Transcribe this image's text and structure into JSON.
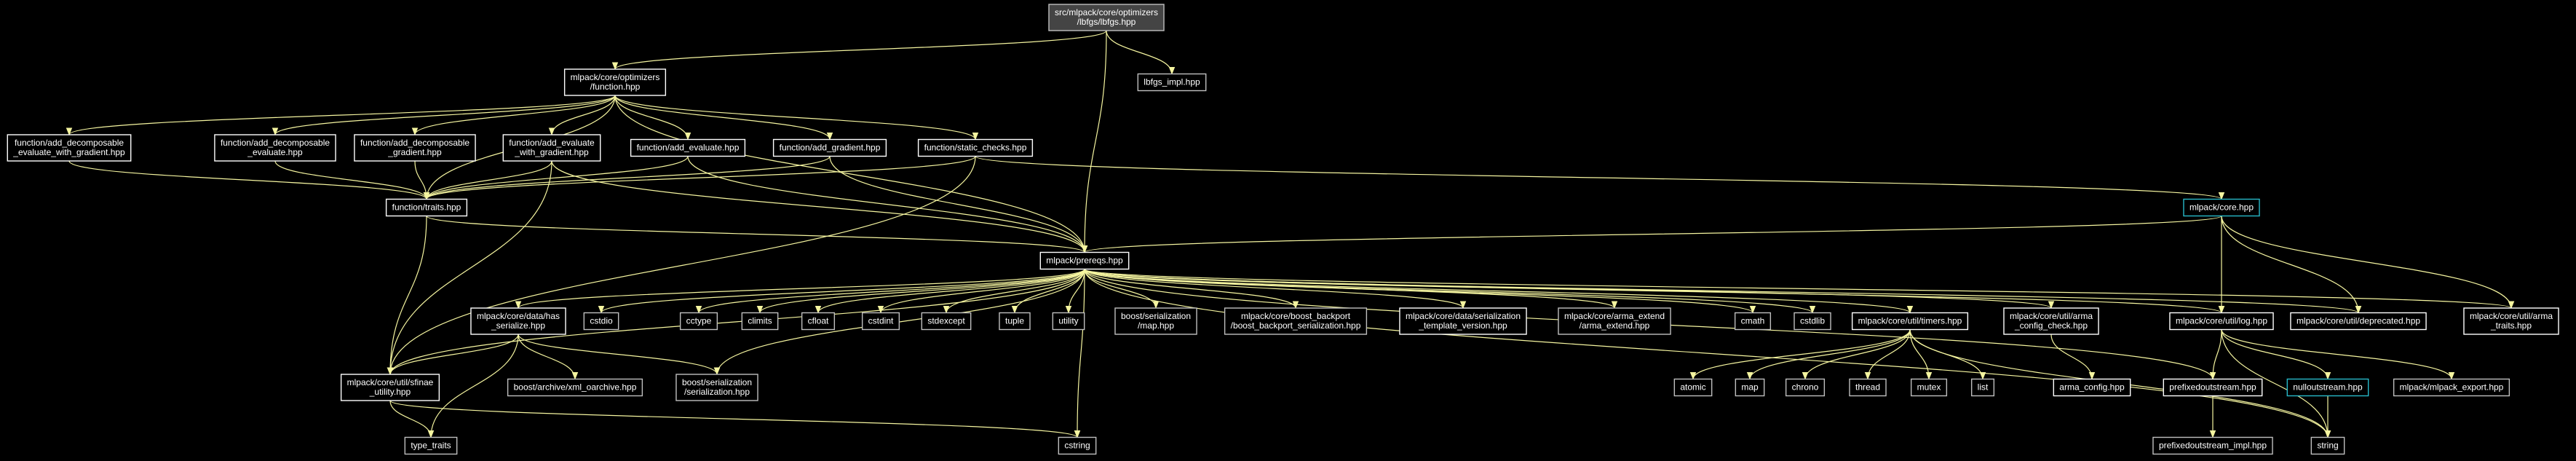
{
  "colors": {
    "background": "#000000",
    "edge": "#f5f5a0",
    "node_border": "#ffffff",
    "node_border_dim": "#bfbfbf",
    "node_border_linked": "#26b8c8",
    "root_fill": "#444444",
    "text": "#ffffff"
  },
  "nodes": [
    {
      "id": "lbfgs",
      "lines": [
        "src/mlpack/core/optimizers",
        "/lbfgs/lbfgs.hpp"
      ],
      "style": "root"
    },
    {
      "id": "lbfgs_impl",
      "lines": [
        "lbfgs_impl.hpp"
      ],
      "style": "dim"
    },
    {
      "id": "function",
      "lines": [
        "mlpack/core/optimizers",
        "/function.hpp"
      ],
      "style": "solid"
    },
    {
      "id": "add_dec_eval_grad",
      "lines": [
        "function/add_decomposable",
        "_evaluate_with_gradient.hpp"
      ],
      "style": "solid"
    },
    {
      "id": "add_dec_eval",
      "lines": [
        "function/add_decomposable",
        "_evaluate.hpp"
      ],
      "style": "solid"
    },
    {
      "id": "add_dec_grad",
      "lines": [
        "function/add_decomposable",
        "_gradient.hpp"
      ],
      "style": "solid"
    },
    {
      "id": "add_eval_grad",
      "lines": [
        "function/add_evaluate",
        "_with_gradient.hpp"
      ],
      "style": "solid"
    },
    {
      "id": "add_eval",
      "lines": [
        "function/add_evaluate.hpp"
      ],
      "style": "solid"
    },
    {
      "id": "add_grad",
      "lines": [
        "function/add_gradient.hpp"
      ],
      "style": "solid"
    },
    {
      "id": "static_checks",
      "lines": [
        "function/static_checks.hpp"
      ],
      "style": "solid"
    },
    {
      "id": "traits",
      "lines": [
        "function/traits.hpp"
      ],
      "style": "solid"
    },
    {
      "id": "prereqs",
      "lines": [
        "mlpack/prereqs.hpp"
      ],
      "style": "solid"
    },
    {
      "id": "core",
      "lines": [
        "mlpack/core.hpp"
      ],
      "style": "linked"
    },
    {
      "id": "has_serialize",
      "lines": [
        "mlpack/core/data/has",
        "_serialize.hpp"
      ],
      "style": "solid"
    },
    {
      "id": "cstdio",
      "lines": [
        "cstdio"
      ],
      "style": "dim"
    },
    {
      "id": "cctype",
      "lines": [
        "cctype"
      ],
      "style": "dim"
    },
    {
      "id": "climits",
      "lines": [
        "climits"
      ],
      "style": "dim"
    },
    {
      "id": "cfloat",
      "lines": [
        "cfloat"
      ],
      "style": "dim"
    },
    {
      "id": "cstdint",
      "lines": [
        "cstdint"
      ],
      "style": "dim"
    },
    {
      "id": "stdexcept",
      "lines": [
        "stdexcept"
      ],
      "style": "dim"
    },
    {
      "id": "tuple",
      "lines": [
        "tuple"
      ],
      "style": "dim"
    },
    {
      "id": "utility",
      "lines": [
        "utility"
      ],
      "style": "dim"
    },
    {
      "id": "boost_map",
      "lines": [
        "boost/serialization",
        "/map.hpp"
      ],
      "style": "dim"
    },
    {
      "id": "boost_backport",
      "lines": [
        "mlpack/core/boost_backport",
        "/boost_backport_serialization.hpp"
      ],
      "style": "dim"
    },
    {
      "id": "serial_template",
      "lines": [
        "mlpack/core/data/serialization",
        "_template_version.hpp"
      ],
      "style": "solid"
    },
    {
      "id": "arma_extend",
      "lines": [
        "mlpack/core/arma_extend",
        "/arma_extend.hpp"
      ],
      "style": "dim"
    },
    {
      "id": "cmath",
      "lines": [
        "cmath"
      ],
      "style": "dim"
    },
    {
      "id": "cstdlib",
      "lines": [
        "cstdlib"
      ],
      "style": "dim"
    },
    {
      "id": "timers",
      "lines": [
        "mlpack/core/util/timers.hpp"
      ],
      "style": "solid"
    },
    {
      "id": "arma_config_check",
      "lines": [
        "mlpack/core/util/arma",
        "_config_check.hpp"
      ],
      "style": "solid"
    },
    {
      "id": "log",
      "lines": [
        "mlpack/core/util/log.hpp"
      ],
      "style": "solid"
    },
    {
      "id": "deprecated",
      "lines": [
        "mlpack/core/util/deprecated.hpp"
      ],
      "style": "solid"
    },
    {
      "id": "arma_traits",
      "lines": [
        "mlpack/core/util/arma",
        "_traits.hpp"
      ],
      "style": "solid"
    },
    {
      "id": "sfinae",
      "lines": [
        "mlpack/core/util/sfinae",
        "_utility.hpp"
      ],
      "style": "solid"
    },
    {
      "id": "xml_oarchive",
      "lines": [
        "boost/archive/xml_oarchive.hpp"
      ],
      "style": "dim"
    },
    {
      "id": "boost_serial",
      "lines": [
        "boost/serialization",
        "/serialization.hpp"
      ],
      "style": "dim"
    },
    {
      "id": "atomic",
      "lines": [
        "atomic"
      ],
      "style": "dim"
    },
    {
      "id": "map",
      "lines": [
        "map"
      ],
      "style": "dim"
    },
    {
      "id": "chrono",
      "lines": [
        "chrono"
      ],
      "style": "dim"
    },
    {
      "id": "thread",
      "lines": [
        "thread"
      ],
      "style": "dim"
    },
    {
      "id": "mutex",
      "lines": [
        "mutex"
      ],
      "style": "dim"
    },
    {
      "id": "list",
      "lines": [
        "list"
      ],
      "style": "dim"
    },
    {
      "id": "arma_config",
      "lines": [
        "arma_config.hpp"
      ],
      "style": "solid"
    },
    {
      "id": "prefixed",
      "lines": [
        "prefixedoutstream.hpp"
      ],
      "style": "solid"
    },
    {
      "id": "nulloutstream",
      "lines": [
        "nulloutstream.hpp"
      ],
      "style": "linked"
    },
    {
      "id": "mlpack_export",
      "lines": [
        "mlpack/mlpack_export.hpp"
      ],
      "style": "dim"
    },
    {
      "id": "type_traits",
      "lines": [
        "type_traits"
      ],
      "style": "dim"
    },
    {
      "id": "cstring",
      "lines": [
        "cstring"
      ],
      "style": "dim"
    },
    {
      "id": "prefixed_impl",
      "lines": [
        "prefixedoutstream_impl.hpp"
      ],
      "style": "dim"
    },
    {
      "id": "string",
      "lines": [
        "string"
      ],
      "style": "dim"
    }
  ],
  "edges": [
    [
      "lbfgs",
      "lbfgs_impl"
    ],
    [
      "lbfgs",
      "function"
    ],
    [
      "lbfgs",
      "prereqs"
    ],
    [
      "function",
      "add_dec_eval_grad"
    ],
    [
      "function",
      "add_dec_eval"
    ],
    [
      "function",
      "add_dec_grad"
    ],
    [
      "function",
      "add_eval_grad"
    ],
    [
      "function",
      "add_eval"
    ],
    [
      "function",
      "add_grad"
    ],
    [
      "function",
      "static_checks"
    ],
    [
      "function",
      "traits"
    ],
    [
      "function",
      "prereqs"
    ],
    [
      "add_dec_eval_grad",
      "traits"
    ],
    [
      "add_dec_eval",
      "traits"
    ],
    [
      "add_dec_grad",
      "traits"
    ],
    [
      "add_eval_grad",
      "traits"
    ],
    [
      "add_eval_grad",
      "prereqs"
    ],
    [
      "add_eval_grad",
      "sfinae"
    ],
    [
      "add_eval",
      "traits"
    ],
    [
      "add_eval",
      "prereqs"
    ],
    [
      "add_grad",
      "traits"
    ],
    [
      "add_grad",
      "prereqs"
    ],
    [
      "static_checks",
      "traits"
    ],
    [
      "static_checks",
      "core"
    ],
    [
      "static_checks",
      "sfinae"
    ],
    [
      "traits",
      "prereqs"
    ],
    [
      "traits",
      "sfinae"
    ],
    [
      "core",
      "prereqs"
    ],
    [
      "core",
      "log"
    ],
    [
      "core",
      "deprecated"
    ],
    [
      "core",
      "arma_traits"
    ],
    [
      "prereqs",
      "has_serialize"
    ],
    [
      "prereqs",
      "cstdio"
    ],
    [
      "prereqs",
      "cctype"
    ],
    [
      "prereqs",
      "climits"
    ],
    [
      "prereqs",
      "cfloat"
    ],
    [
      "prereqs",
      "cstdint"
    ],
    [
      "prereqs",
      "stdexcept"
    ],
    [
      "prereqs",
      "tuple"
    ],
    [
      "prereqs",
      "utility"
    ],
    [
      "prereqs",
      "boost_map"
    ],
    [
      "prereqs",
      "boost_backport"
    ],
    [
      "prereqs",
      "serial_template"
    ],
    [
      "prereqs",
      "arma_extend"
    ],
    [
      "prereqs",
      "cmath"
    ],
    [
      "prereqs",
      "cstdlib"
    ],
    [
      "prereqs",
      "timers"
    ],
    [
      "prereqs",
      "arma_config_check"
    ],
    [
      "prereqs",
      "log"
    ],
    [
      "prereqs",
      "deprecated"
    ],
    [
      "prereqs",
      "arma_traits"
    ],
    [
      "prereqs",
      "sfinae"
    ],
    [
      "prereqs",
      "boost_serial"
    ],
    [
      "prereqs",
      "cstring"
    ],
    [
      "prereqs",
      "string"
    ],
    [
      "prereqs",
      "prefixed"
    ],
    [
      "has_serialize",
      "sfinae"
    ],
    [
      "has_serialize",
      "xml_oarchive"
    ],
    [
      "has_serialize",
      "boost_serial"
    ],
    [
      "has_serialize",
      "type_traits"
    ],
    [
      "sfinae",
      "type_traits"
    ],
    [
      "sfinae",
      "cstring"
    ],
    [
      "timers",
      "atomic"
    ],
    [
      "timers",
      "map"
    ],
    [
      "timers",
      "chrono"
    ],
    [
      "timers",
      "thread"
    ],
    [
      "timers",
      "mutex"
    ],
    [
      "timers",
      "list"
    ],
    [
      "timers",
      "string"
    ],
    [
      "arma_config_check",
      "arma_config"
    ],
    [
      "log",
      "prefixed"
    ],
    [
      "log",
      "nulloutstream"
    ],
    [
      "log",
      "mlpack_export"
    ],
    [
      "log",
      "string"
    ],
    [
      "prefixed",
      "prefixed_impl"
    ],
    [
      "nulloutstream",
      "string"
    ]
  ]
}
